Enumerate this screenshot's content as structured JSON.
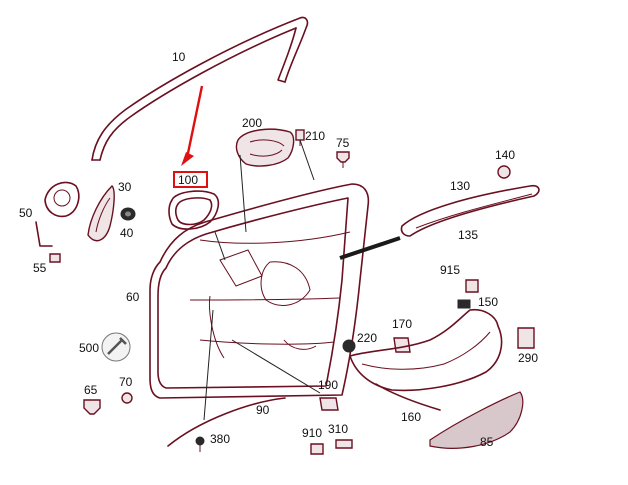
{
  "colors": {
    "part_stroke": "#6a1020",
    "highlight": "#e01010",
    "label": "#111111"
  },
  "labels": {
    "p10": "10",
    "p30": "30",
    "p40": "40",
    "p50": "50",
    "p55": "55",
    "p60": "60",
    "p65": "65",
    "p70": "70",
    "p75": "75",
    "p85": "85",
    "p90": "90",
    "p100": "100",
    "p130": "130",
    "p135": "135",
    "p140": "140",
    "p150": "150",
    "p160": "160",
    "p170": "170",
    "p190": "190",
    "p200": "200",
    "p210": "210",
    "p220": "220",
    "p290": "290",
    "p310": "310",
    "p380": "380",
    "p500": "500",
    "p910": "910",
    "p915": "915"
  },
  "highlight": {
    "part": "100",
    "indicator": "red-arrow"
  }
}
